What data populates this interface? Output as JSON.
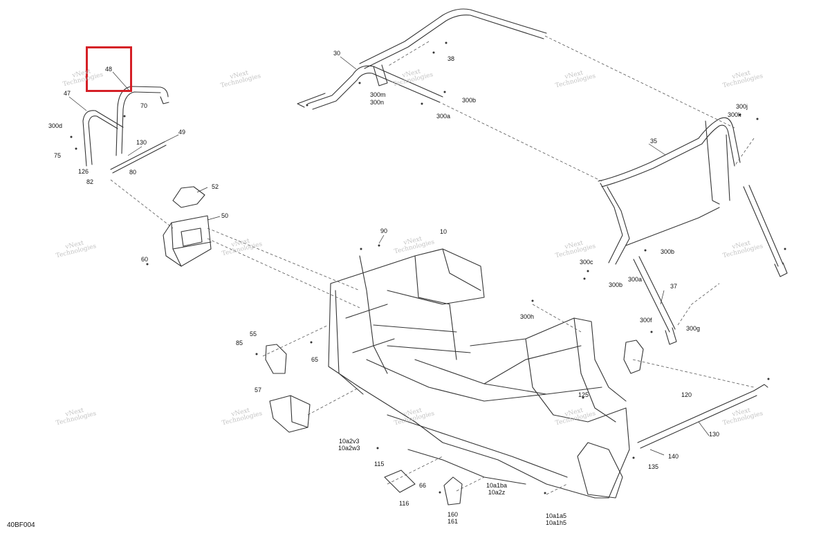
{
  "diagram_code": "40BF004",
  "watermark_lines": [
    "vNext",
    "Technologies"
  ],
  "highlight_color": "#d51f26",
  "highlighted_part": "48",
  "callouts": [
    "48",
    "47",
    "70",
    "300d",
    "49",
    "75",
    "130",
    "126",
    "80",
    "82",
    "30",
    "38",
    "300m",
    "300n",
    "300b",
    "300a",
    "300j",
    "300k",
    "35",
    "52",
    "50",
    "60",
    "90",
    "10",
    "300b",
    "300c",
    "300b",
    "300a",
    "37",
    "300h",
    "300f",
    "300g",
    "55",
    "85",
    "65",
    "57",
    "125",
    "120",
    "130",
    "140",
    "135",
    "10a2v3\n10a2w3",
    "115",
    "116",
    "66",
    "160\n161",
    "10a1ba\n10a2z",
    "10a1a5\n10a1h5"
  ]
}
